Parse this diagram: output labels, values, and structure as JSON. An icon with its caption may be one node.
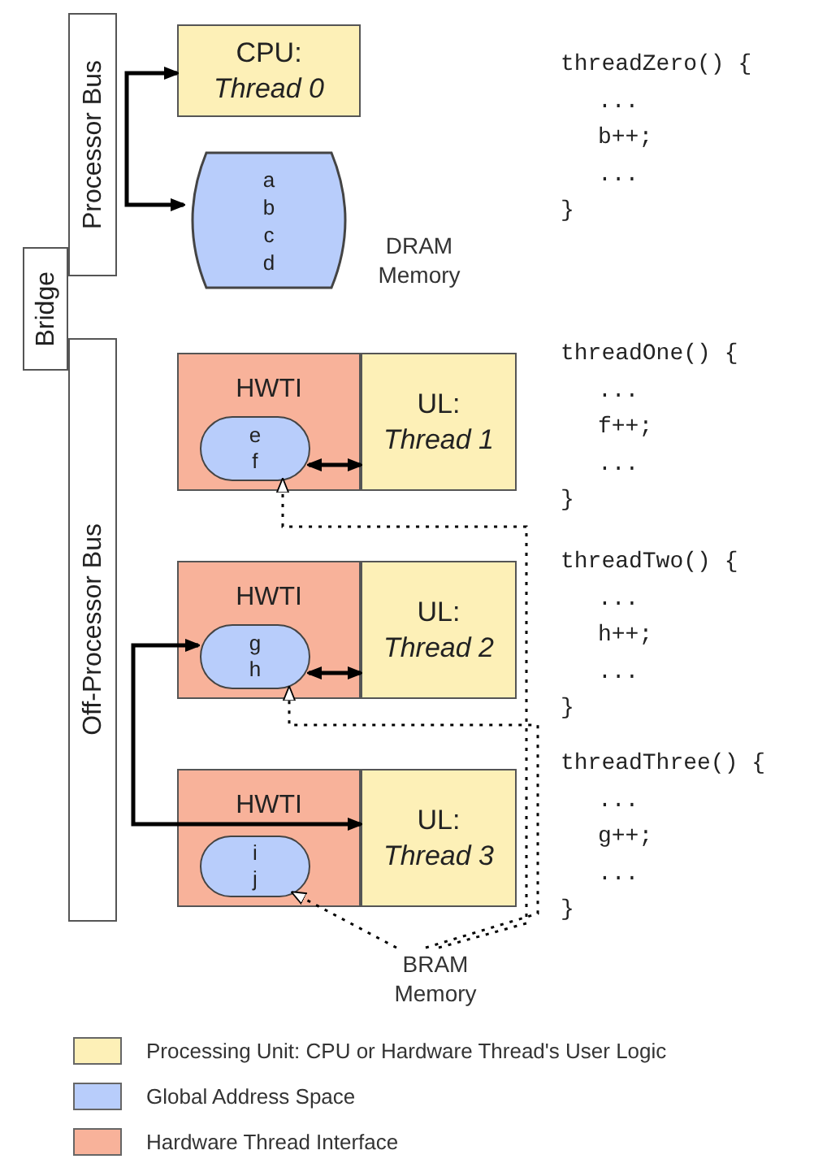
{
  "diagram": {
    "nodes": [
      {
        "text": [
          "Processor Bus"
        ]
      },
      {
        "text": [
          "Bridge"
        ]
      },
      {
        "text": [
          "Off-Processor Bus"
        ]
      },
      {
        "text": [
          "CPU:",
          "Thread 0"
        ]
      },
      {
        "text": [
          "a b c d"
        ],
        "beside": [
          "DRAM Memory"
        ]
      },
      {
        "text": [
          "HWTI"
        ]
      },
      {
        "text": [
          "UL:",
          "Thread 1"
        ]
      },
      {
        "text": [
          "e f"
        ],
        "in": 5
      },
      {
        "text": [
          "HWTI"
        ]
      },
      {
        "text": [
          "UL:",
          "Thread 2"
        ]
      },
      {
        "text": [
          "g h"
        ],
        "in": 8
      },
      {
        "text": [
          "HWTI"
        ]
      },
      {
        "text": [
          "UL:",
          "Thread 3"
        ]
      },
      {
        "text": [
          "i j"
        ],
        "in": 11
      },
      {
        "text": [
          "BRAM Memory"
        ]
      }
    ],
    "edges": [
      {
        "from": 3,
        "to": 4,
        "arrow": "both"
      },
      {
        "from": 7,
        "to": 6,
        "arrow": "both"
      },
      {
        "from": 10,
        "to": 9,
        "arrow": "both"
      },
      {
        "from": 10,
        "to": 12,
        "arrow": "both"
      },
      {
        "from": 14,
        "to": 7,
        "arrow": "to",
        "style": "dashed"
      },
      {
        "from": 14,
        "to": 10,
        "arrow": "to",
        "style": "dashed"
      },
      {
        "from": 14,
        "to": 13,
        "arrow": "to",
        "style": "dashed"
      }
    ],
    "labels": [
      "threadZero() {",
      "...",
      "b++;",
      "...",
      "}",
      "threadOne() {",
      "...",
      "f++;",
      "...",
      "}",
      "threadTwo() {",
      "...",
      "h++;",
      "...",
      "}",
      "threadThree() {",
      "...",
      "g++;",
      "...",
      "}"
    ],
    "legend": [
      {
        "text": "Processing Unit: CPU or Hardware Thread's User Logic",
        "color": "#fdf0b7"
      },
      {
        "text": "Global Address Space",
        "color": "#b8cdfb"
      },
      {
        "text": "Hardware Thread Interface",
        "color": "#f8b29a"
      }
    ]
  }
}
